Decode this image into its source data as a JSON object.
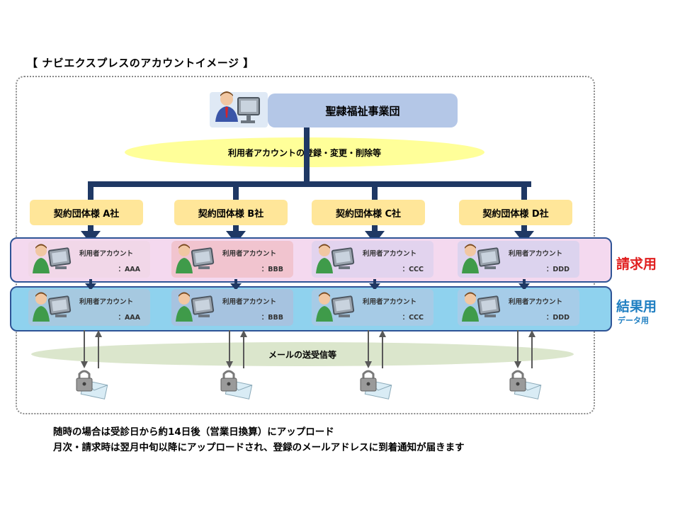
{
  "title": "【 ナビエクスプレスのアカウントイメージ 】",
  "organization": "聖隷福祉事業団",
  "operations_label": "利用者アカウントの登録・変更・削除等",
  "companies": [
    {
      "name": "契約団体様 A社",
      "account_label": "利用者アカウント",
      "account_id": "：AAA"
    },
    {
      "name": "契約団体様 B社",
      "account_label": "利用者アカウント",
      "account_id": "：BBB"
    },
    {
      "name": "契約団体様 C社",
      "account_label": "利用者アカウント",
      "account_id": "：CCC"
    },
    {
      "name": "契約団体様 D社",
      "account_label": "利用者アカウント",
      "account_id": "：DDD"
    }
  ],
  "side_labels": {
    "billing": "請求用",
    "results": "結果用",
    "results_sub": "データ用"
  },
  "mail_label": "メールの送受信等",
  "notes": [
    "随時の場合は受診日から約14日後（営業日換算）にアップロード",
    "月次・請求時は翌月中旬以降にアップロードされ、登録のメールアドレスに到着通知が届きます"
  ],
  "colors": {
    "connector": "#1f3864",
    "billing_text": "#e01e1e",
    "results_text": "#1f7fc2",
    "org_box": "#b4c7e7",
    "company_box": "#ffe699",
    "ops_ellipse": "#ffff99",
    "mail_ellipse": "#dbe6cc"
  },
  "icons": [
    "user-at-computer-icon",
    "padlock-envelope-icon"
  ]
}
